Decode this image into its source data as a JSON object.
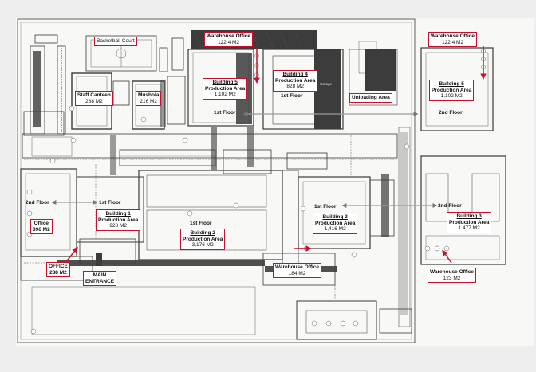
{
  "labels": {
    "basketball_court": "Basketball Court",
    "warehouse_office_top": {
      "name": "Warehouse Office",
      "area": "122,4 M2"
    },
    "warehouse_office_right": {
      "name": "Warehouse Office",
      "area": "122,4 M2"
    },
    "staff_canteen": {
      "name": "Staff Canteen",
      "area": "288 M2"
    },
    "mushola": {
      "name": "Mushola",
      "area": "216 M2"
    },
    "building5_left": {
      "title": "Building 5",
      "name": "Production Area",
      "area": "1,102 M2"
    },
    "building4": {
      "title": "Building 4",
      "name": "Production Area",
      "area": "828 M2"
    },
    "building5_right": {
      "title": "Building 5",
      "name": "Production Area",
      "area": "1,102 M2"
    },
    "unloading_area": "Unloading Area",
    "office_left": {
      "name": "Office",
      "area": "896 M2"
    },
    "building1": {
      "title": "Building 1",
      "name": "Production Area",
      "area": "928 M2"
    },
    "building2": {
      "title": "Building 2",
      "name": "Production Area",
      "area": "3,176 M2"
    },
    "building3_mid": {
      "title": "Building 3",
      "name": "Production Area",
      "area": "1,416 M2"
    },
    "building3_right": {
      "title": "Building 3",
      "name": "Production Area",
      "area": "1.477 M2"
    },
    "office_bottom": {
      "name": "OFFICE",
      "area": "288 M2"
    },
    "warehouse_office_bottom": {
      "name": "Warehouse Office",
      "area": "184 M2"
    },
    "warehouse_office_bottom_right": {
      "name": "Warehouse Office",
      "area": "123 M2"
    },
    "main_entrance": {
      "line1": "MAIN",
      "line2": "ENTRANCE"
    }
  },
  "floor_labels": {
    "first_floor_b5": "1st Floor",
    "first_floor_b4": "1st Floor",
    "second_floor_right_top": "2nd Floor",
    "second_floor_left": "2nd Floor",
    "first_floor_b1": "1st Floor",
    "first_floor_b2": "1st Floor",
    "first_floor_b3": "1st Floor",
    "second_floor_right_mid": "2nd Floor",
    "garage": "Garage"
  },
  "colors": {
    "label_border": "#c8102e",
    "arrow": "#c8102e",
    "drawing_line": "#3a3a3a",
    "dark_fill": "#3c3c3c",
    "background": "#eeeeee"
  }
}
